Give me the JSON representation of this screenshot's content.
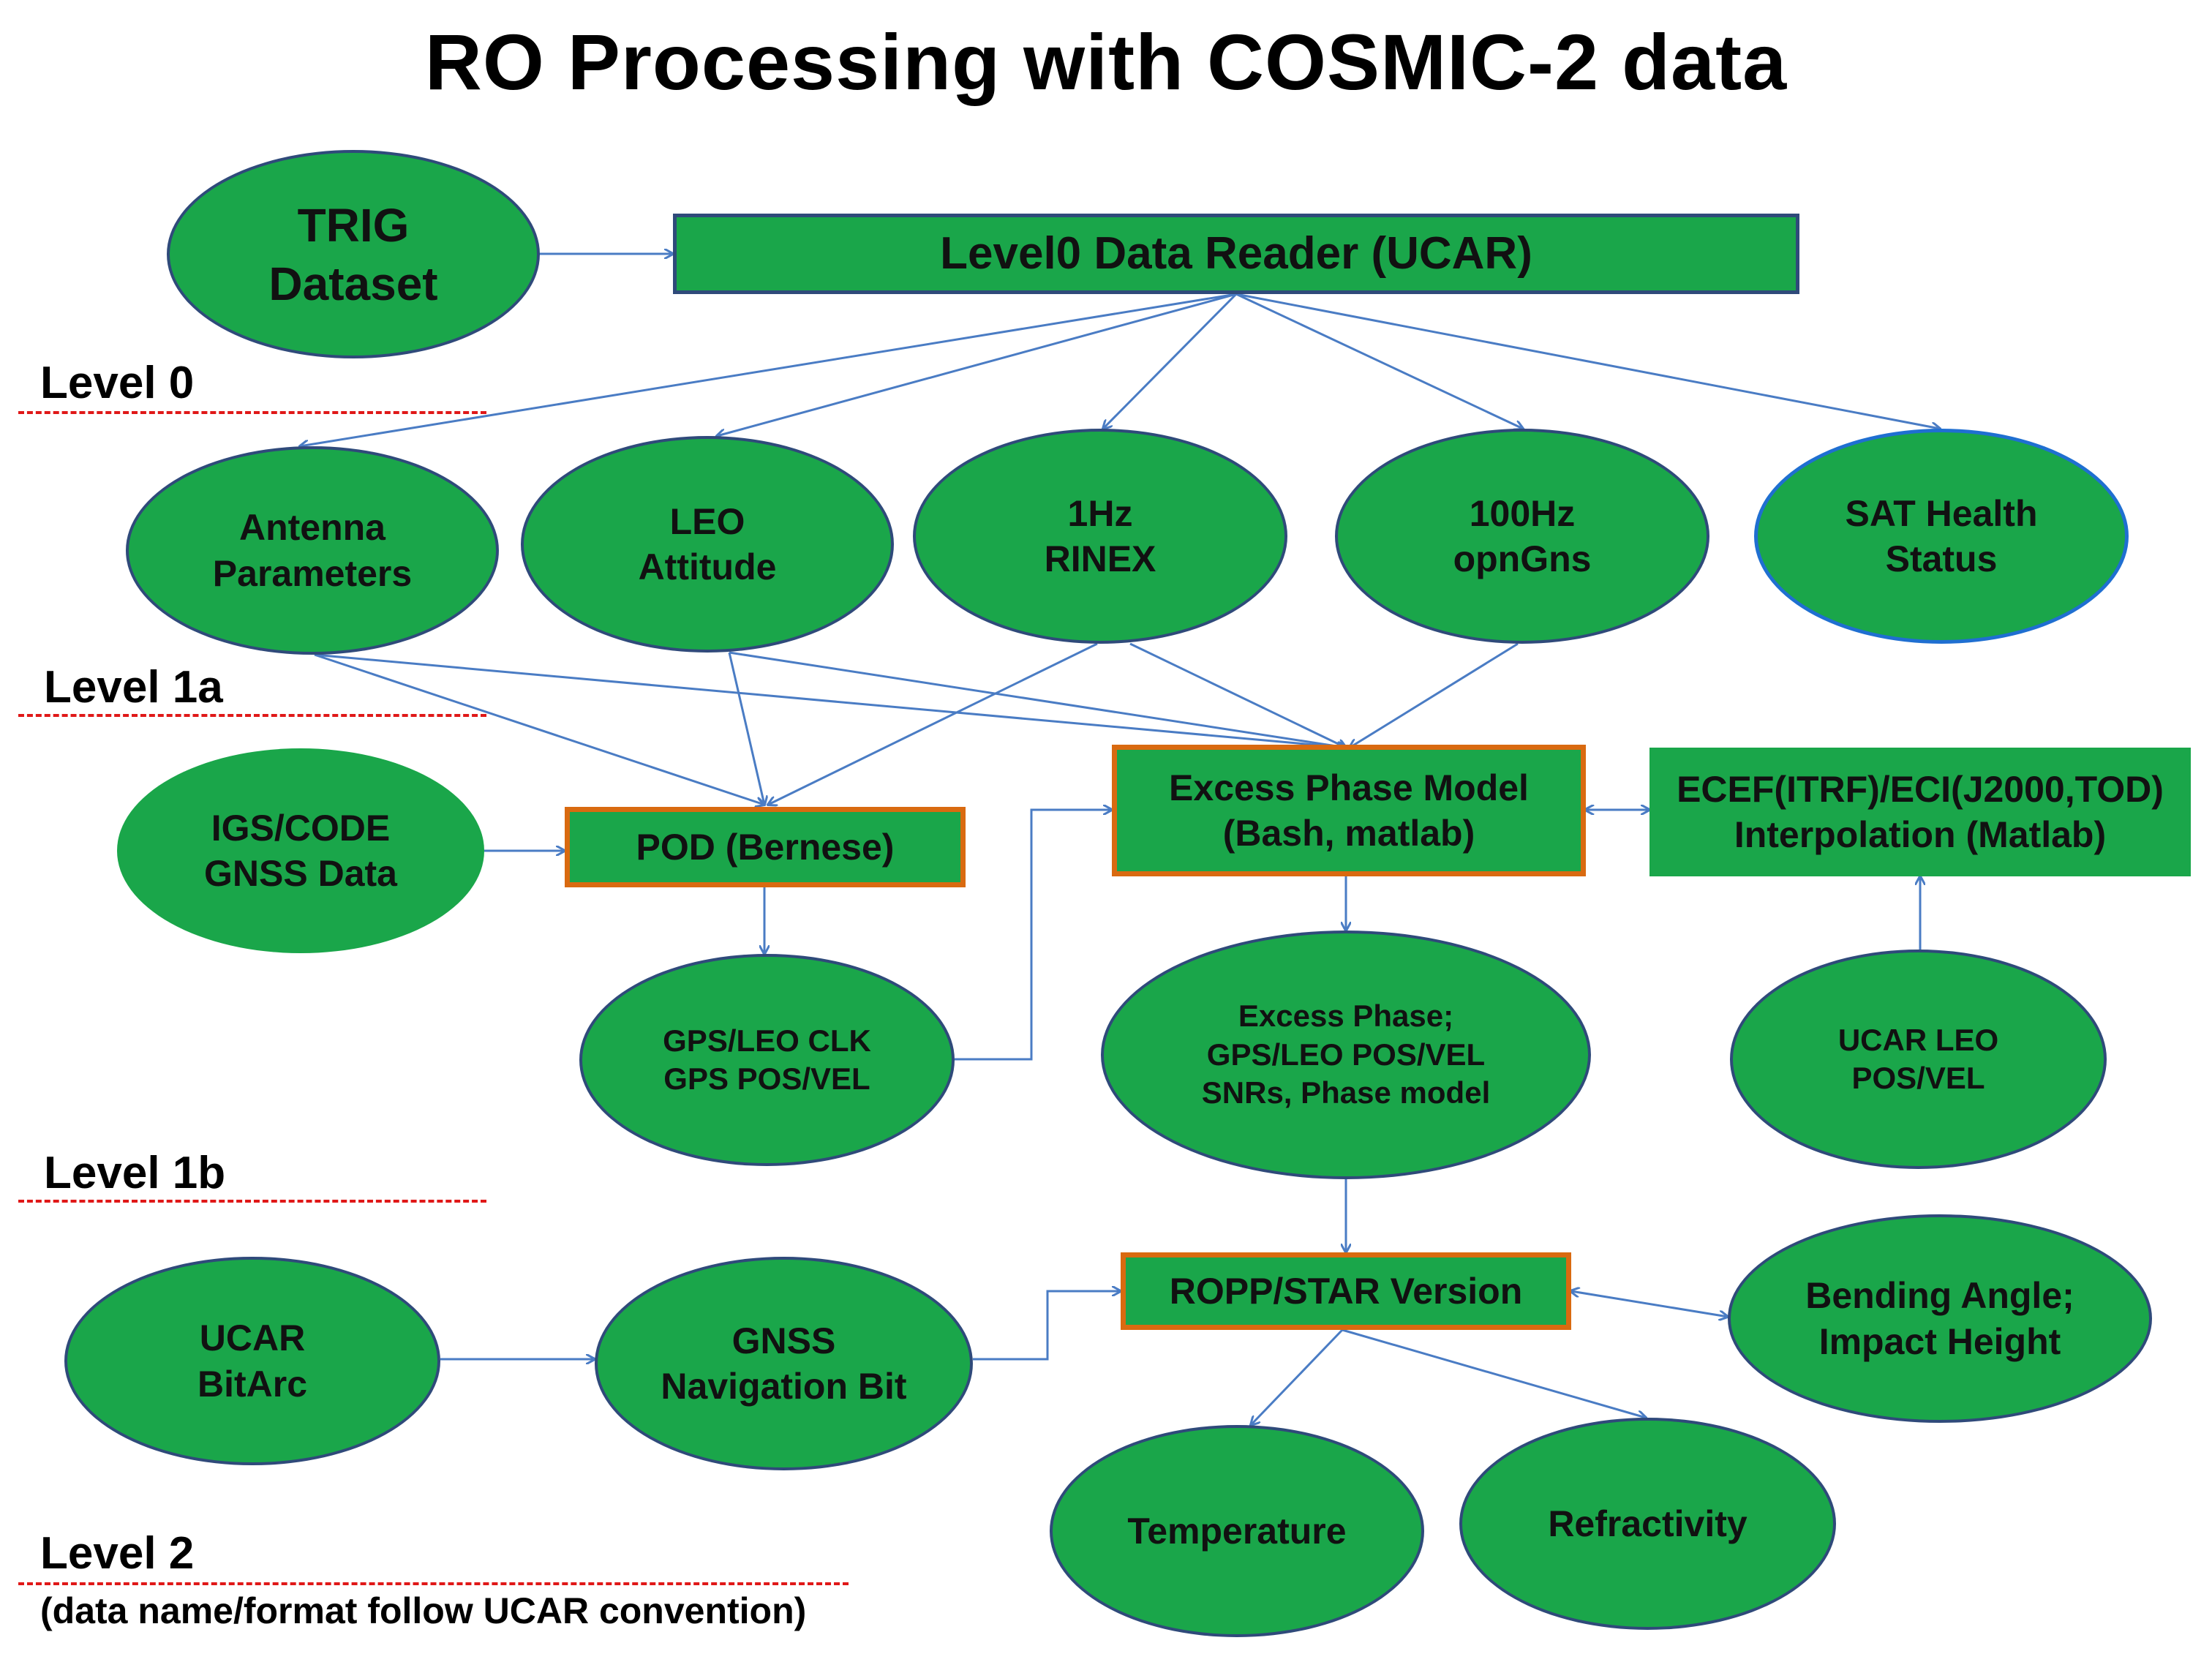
{
  "title": "RO Processing with COSMIC-2 data",
  "colors": {
    "node_fill": "#1aa64a",
    "edge": "#4a7cc4",
    "level_line": "#e01818",
    "box_border_orange": "#d96a10"
  },
  "levels": {
    "level0": "Level 0",
    "level1a": "Level 1a",
    "level1b": "Level 1b",
    "level2": "Level 2"
  },
  "note": "(data name/format follow UCAR convention)",
  "nodes": {
    "trig": "TRIG\nDataset",
    "reader": "Level0 Data Reader (UCAR)",
    "antenna": "Antenna\nParameters",
    "leo_att": "LEO\nAttitude",
    "rinex": "1Hz\nRINEX",
    "opngns": "100Hz\nopnGns",
    "sathealth": "SAT Health\nStatus",
    "igs": "IGS/CODE\nGNSS Data",
    "pod": "POD (Bernese)",
    "epm": "Excess Phase Model\n(Bash, matlab)",
    "ecef": "ECEF(ITRF)/ECI(J2000,TOD)\nInterpolation (Matlab)",
    "clk": "GPS/LEO CLK\nGPS POS/VEL",
    "excess": "Excess Phase;\nGPS/LEO POS/VEL\nSNRs, Phase model",
    "ucarleo": "UCAR LEO\nPOS/VEL",
    "bitarc": "UCAR\nBitArc",
    "navbit": "GNSS\nNavigation Bit",
    "ropp": "ROPP/STAR Version",
    "bending": "Bending Angle;\nImpact Height",
    "temp": "Temperature",
    "refr": "Refractivity"
  }
}
